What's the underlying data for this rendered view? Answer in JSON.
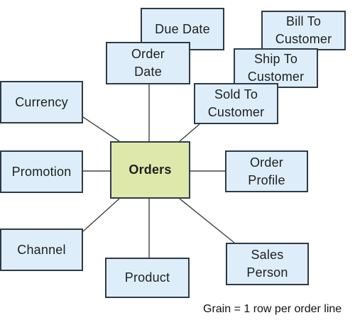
{
  "diagram": {
    "center": {
      "label": "Orders"
    },
    "nodes": {
      "currency": "Currency",
      "promotion": "Promotion",
      "channel": "Channel",
      "product": "Product",
      "due_date": "Due Date",
      "order_date": "Order\nDate",
      "bill_to_customer": "Bill To\nCustomer",
      "ship_to_customer": "Ship To\nCustomer",
      "sold_to_customer": "Sold To\nCustomer",
      "order_profile": "Order\nProfile",
      "sales_person": "Sales\nPerson"
    },
    "caption": "Grain = 1 row per order line",
    "colors": {
      "dimension_fill": "#ddeefa",
      "fact_fill": "#dfe8ab",
      "border": "#2f3a48",
      "connector": "#404040"
    }
  }
}
